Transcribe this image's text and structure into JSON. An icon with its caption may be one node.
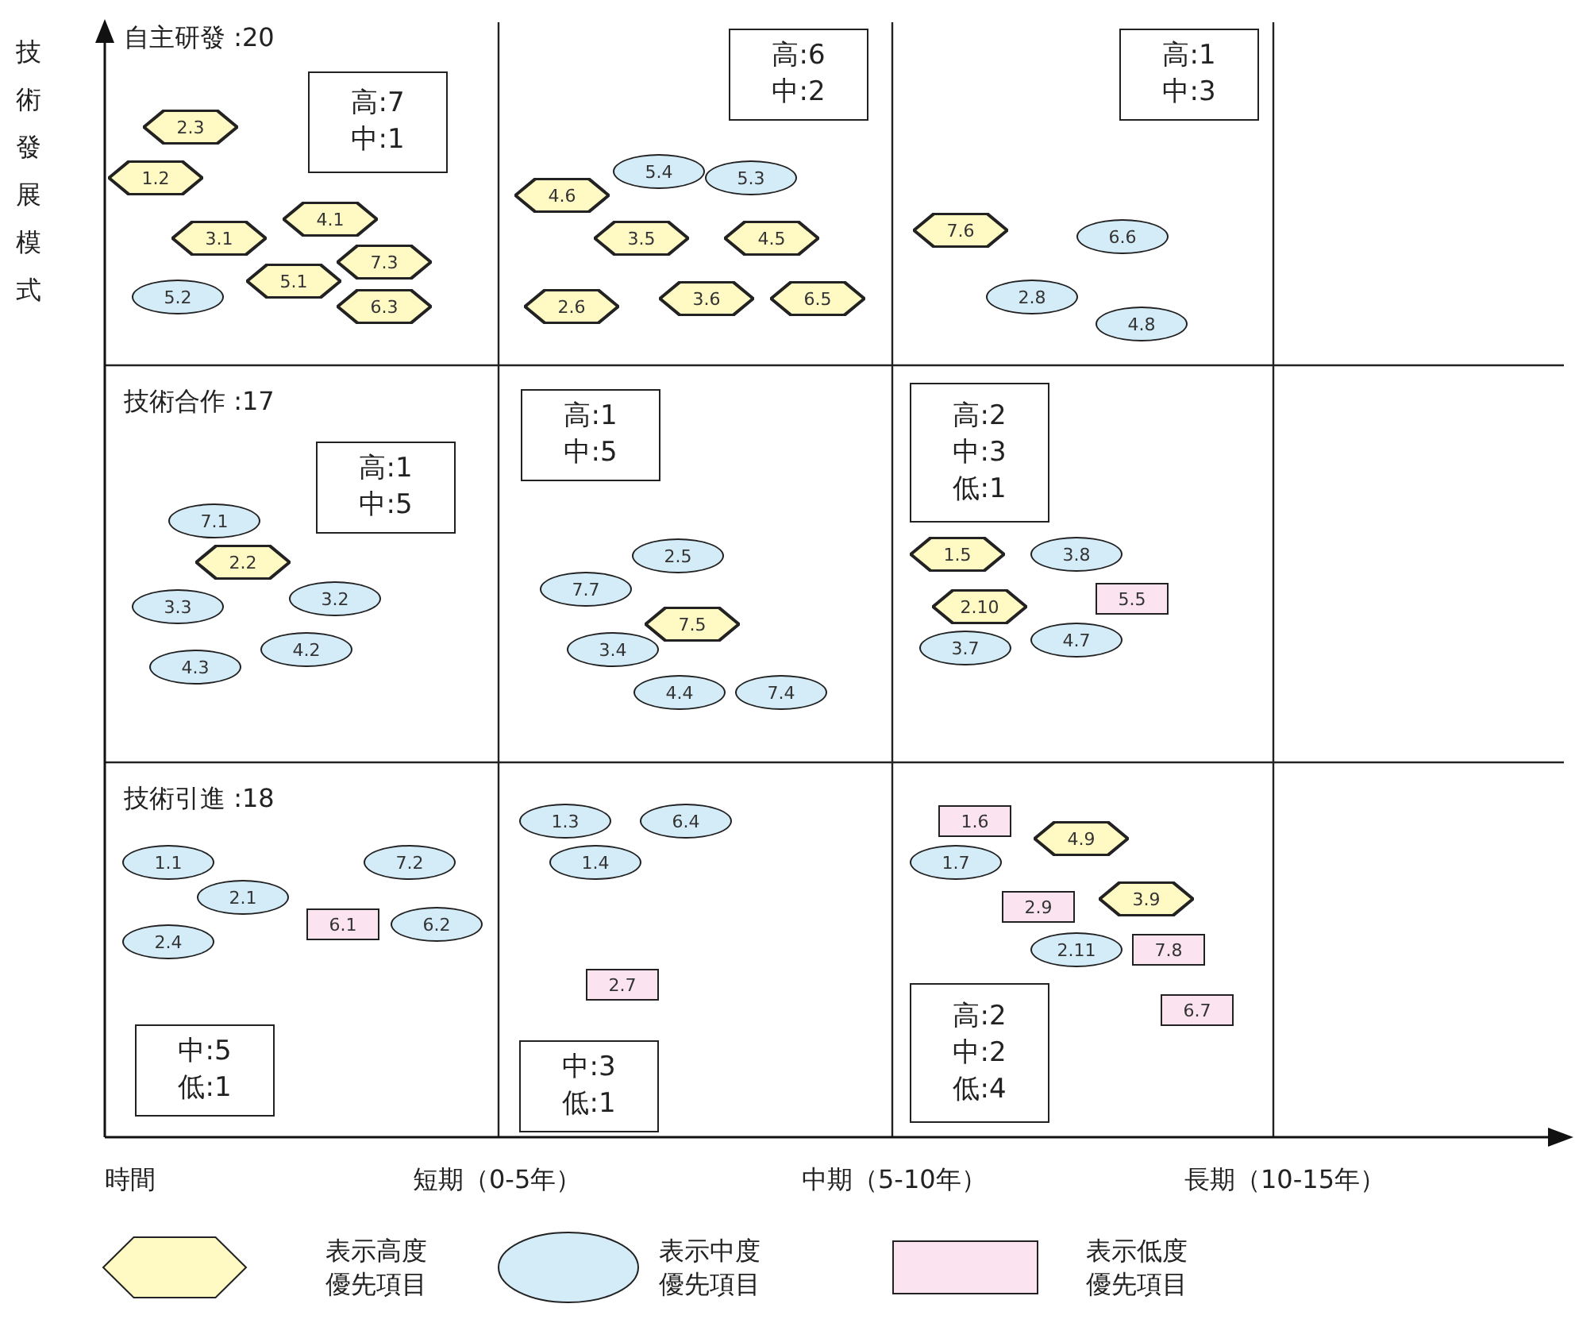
{
  "diagram": {
    "nodes": [
      {
        "text": [
          "高:7 中:1"
        ]
      },
      {
        "text": [
          "2.3"
        ]
      },
      {
        "text": [
          "1.2"
        ]
      },
      {
        "text": [
          "3.1"
        ]
      },
      {
        "text": [
          "4.1"
        ]
      },
      {
        "text": [
          "7.3"
        ]
      },
      {
        "text": [
          "5.1"
        ]
      },
      {
        "text": [
          "5.2"
        ]
      },
      {
        "text": [
          "6.3"
        ]
      },
      {
        "text": [
          "高:6 中:2"
        ]
      },
      {
        "text": [
          "5.4"
        ]
      },
      {
        "text": [
          "5.3"
        ]
      },
      {
        "text": [
          "4.6"
        ]
      },
      {
        "text": [
          "3.5"
        ]
      },
      {
        "text": [
          "4.5"
        ]
      },
      {
        "text": [
          "3.6"
        ]
      },
      {
        "text": [
          "6.5"
        ]
      },
      {
        "text": [
          "2.6"
        ]
      },
      {
        "text": [
          "高:1 中:3"
        ]
      },
      {
        "text": [
          "7.6"
        ]
      },
      {
        "text": [
          "6.6"
        ]
      },
      {
        "text": [
          "2.8"
        ]
      },
      {
        "text": [
          "4.8"
        ]
      },
      {
        "text": [
          "高:1 中:5"
        ]
      },
      {
        "text": [
          "7.1"
        ]
      },
      {
        "text": [
          "2.2"
        ]
      },
      {
        "text": [
          "3.2"
        ]
      },
      {
        "text": [
          "3.3"
        ]
      },
      {
        "text": [
          "4.2"
        ]
      },
      {
        "text": [
          "4.3"
        ]
      },
      {
        "text": [
          "高:1 中:5"
        ]
      },
      {
        "text": [
          "2.5"
        ]
      },
      {
        "text": [
          "7.7"
        ]
      },
      {
        "text": [
          "7.5"
        ]
      },
      {
        "text": [
          "3.4"
        ]
      },
      {
        "text": [
          "4.4"
        ]
      },
      {
        "text": [
          "7.4"
        ]
      },
      {
        "text": [
          "高:2 中:3 低:1"
        ]
      },
      {
        "text": [
          "1.5"
        ]
      },
      {
        "text": [
          "3.8"
        ]
      },
      {
        "text": [
          "5.5"
        ]
      },
      {
        "text": [
          "2.10"
        ]
      },
      {
        "text": [
          "4.7"
        ]
      },
      {
        "text": [
          "3.7"
        ]
      },
      {
        "text": [
          "1.1"
        ]
      },
      {
        "text": [
          "7.2"
        ]
      },
      {
        "text": [
          "2.1"
        ]
      },
      {
        "text": [
          "6.1"
        ]
      },
      {
        "text": [
          "6.2"
        ]
      },
      {
        "text": [
          "2.4"
        ]
      },
      {
        "text": [
          "中:5 低:1"
        ]
      },
      {
        "text": [
          "1.3"
        ]
      },
      {
        "text": [
          "6.4"
        ]
      },
      {
        "text": [
          "1.4"
        ]
      },
      {
        "text": [
          "2.7"
        ]
      },
      {
        "text": [
          "中:3 低:1"
        ]
      },
      {
        "text": [
          "1.6"
        ]
      },
      {
        "text": [
          "4.9"
        ]
      },
      {
        "text": [
          "1.7"
        ]
      },
      {
        "text": [
          "3.9"
        ]
      },
      {
        "text": [
          "2.9"
        ]
      },
      {
        "text": [
          "2.11"
        ]
      },
      {
        "text": [
          "7.8"
        ]
      },
      {
        "text": [
          "高:2 中:2 低:4"
        ]
      },
      {
        "text": [
          "6.7"
        ]
      }
    ],
    "labels": [
      "技術發展模式",
      "自主研發 :20",
      "技術合作 :17",
      "技術引進 :18",
      "時間",
      "短期（0-5年）",
      "中期（5-10年）",
      "長期（10-15年）"
    ],
    "legend": [
      {
        "text": "表示高度優先項目",
        "color": "#fff9c4"
      },
      {
        "text": "表示中度優先項目",
        "color": "#d4ecf8"
      },
      {
        "text": "表示低度優先項目",
        "color": "#fbe4ef"
      }
    ]
  }
}
